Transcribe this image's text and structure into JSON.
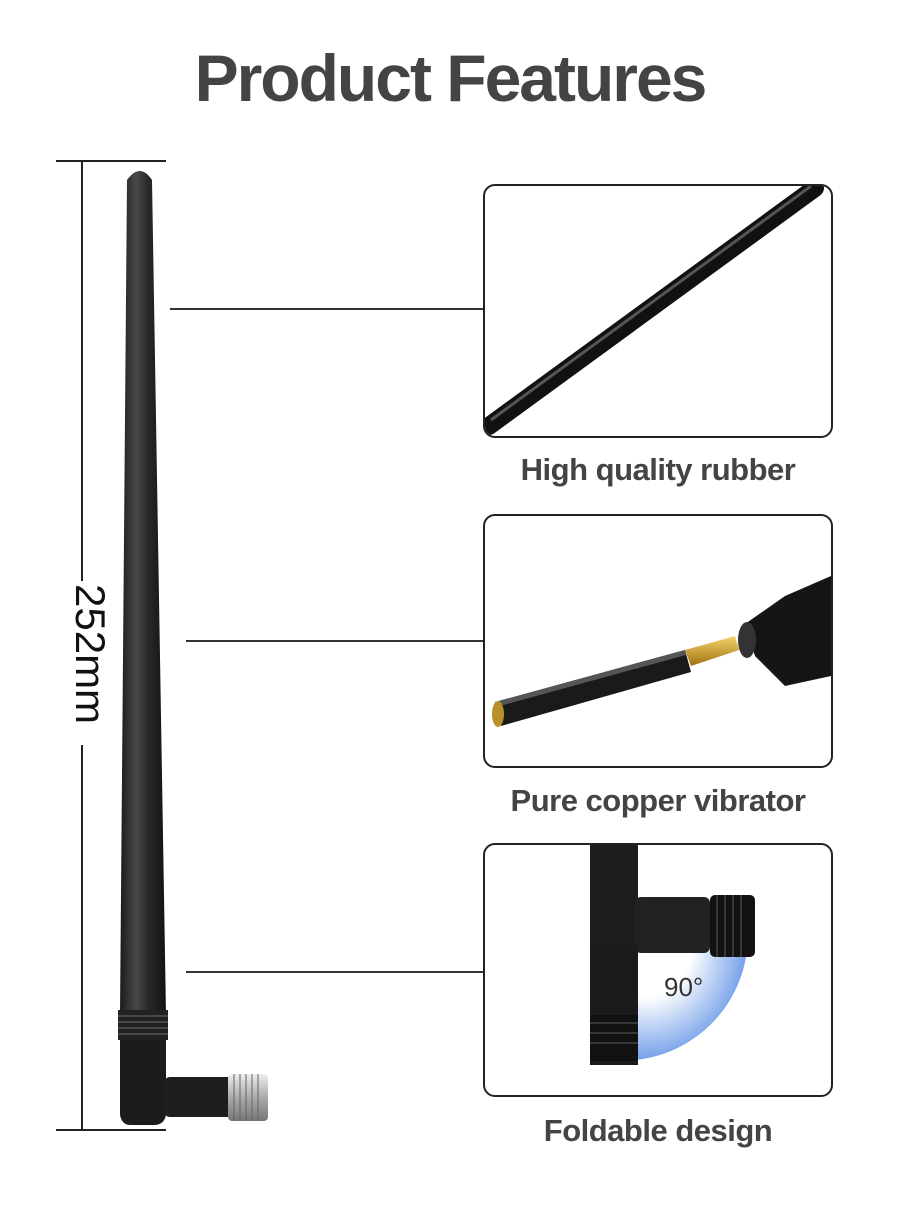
{
  "title": "Product Features",
  "dimension": {
    "label": "252mm"
  },
  "features": [
    {
      "caption": "High quality rubber",
      "image": "rubber-rod-closeup"
    },
    {
      "caption": "Pure copper vibrator",
      "image": "copper-vibrator-closeup"
    },
    {
      "caption": "Foldable design",
      "image": "folding-joint-closeup",
      "angle_label": "90°"
    }
  ],
  "product": {
    "name": "antenna"
  }
}
